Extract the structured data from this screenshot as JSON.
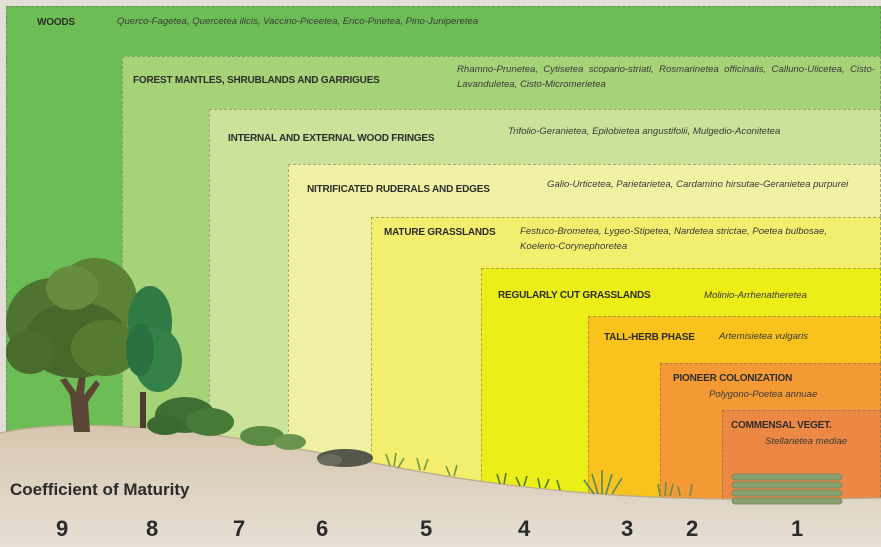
{
  "stages": [
    {
      "id": "woods",
      "label": "WOODS",
      "desc": "Querco-Fagetea, Quercetea ilicis, Vaccino-Piceetea, Erico-Pinetea, Pino-Juniperetea",
      "color": "#6dbd56"
    },
    {
      "id": "forest-mantles",
      "label": "FOREST MANTLES, SHRUBLANDS AND GARRIGUES",
      "desc": "Rhamno-Prunetea, Cytisetea scopario-striati, Rosmarinetea officinalis, Calluno-Ulicetea, Cisto-Lavanduletea, Cisto-Micromerietea",
      "color": "#a6d278"
    },
    {
      "id": "wood-fringes",
      "label": "INTERNAL AND EXTERNAL WOOD FRINGES",
      "desc": "Trifolio-Geranietea, Epilobietea angustifolii, Mulgedio-Aconitetea",
      "color": "#cbe29a"
    },
    {
      "id": "nitrificated",
      "label": "NITRIFICATED RUDERALS AND EDGES",
      "desc": "Galio-Urticetea, Parietarietea, Cardamino hirsutae-Geranietea purpurei",
      "color": "#f1f1a4"
    },
    {
      "id": "mature-grasslands",
      "label": "MATURE GRASSLANDS",
      "desc": "Festuco-Brometea, Lygeo-Stipetea, Nardetea strictae, Poetea bulbosae, Koelerio-Corynephoretea",
      "color": "#f3ee6e"
    },
    {
      "id": "regularly-cut",
      "label": "REGULARLY CUT GRASSLANDS",
      "desc": "Molinio-Arrhenatheretea",
      "color": "#ecee18"
    },
    {
      "id": "tall-herb",
      "label": "TALL-HERB PHASE",
      "desc": "Artemisietea vulgaris",
      "color": "#f9c21c"
    },
    {
      "id": "pioneer",
      "label": "PIONEER COLONIZATION",
      "desc": "Polygono-Poetea annuae",
      "color": "#f39a34"
    },
    {
      "id": "commensal",
      "label": "COMMENSAL VEGET.",
      "desc": "Stellarietea mediae",
      "color": "#ec8744"
    }
  ],
  "axis": {
    "title": "Coefficient of Maturity",
    "numbers": [
      "9",
      "8",
      "7",
      "6",
      "5",
      "4",
      "3",
      "2",
      "1"
    ]
  }
}
